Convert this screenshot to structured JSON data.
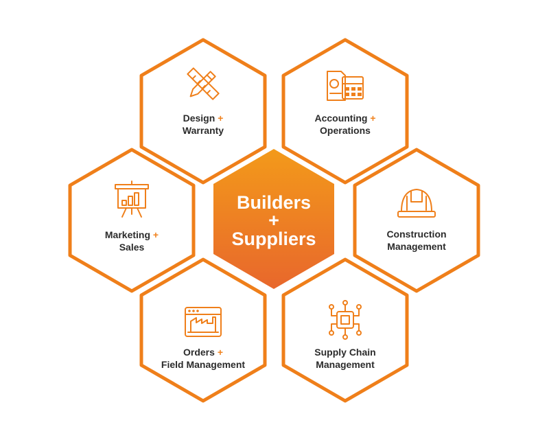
{
  "center": {
    "line1": "Builders",
    "line2": "+",
    "line3": "Suppliers"
  },
  "hexes": [
    {
      "id": "design",
      "line1": "Design",
      "plus": "+",
      "line2": "Warranty",
      "icon": "pencil-ruler-icon"
    },
    {
      "id": "accounting",
      "line1": "Accounting",
      "plus": "+",
      "line2": "Operations",
      "icon": "calculator-report-icon"
    },
    {
      "id": "marketing",
      "line1": "Marketing",
      "plus": "+",
      "line2": "Sales",
      "icon": "presentation-chart-icon"
    },
    {
      "id": "construction",
      "line1": "Construction",
      "plus": "",
      "line2": "Management",
      "icon": "hard-hat-icon"
    },
    {
      "id": "orders",
      "line1": "Orders",
      "plus": "+",
      "line2": "Field Management",
      "icon": "browser-factory-icon"
    },
    {
      "id": "supply",
      "line1": "Supply Chain",
      "plus": "",
      "line2": "Management",
      "icon": "chip-network-icon"
    }
  ],
  "colors": {
    "border": "#ef7f1a",
    "center_top": "#f39a1a",
    "center_bottom": "#e8672c",
    "text": "#2b2b2b",
    "plus": "#f0821e"
  }
}
